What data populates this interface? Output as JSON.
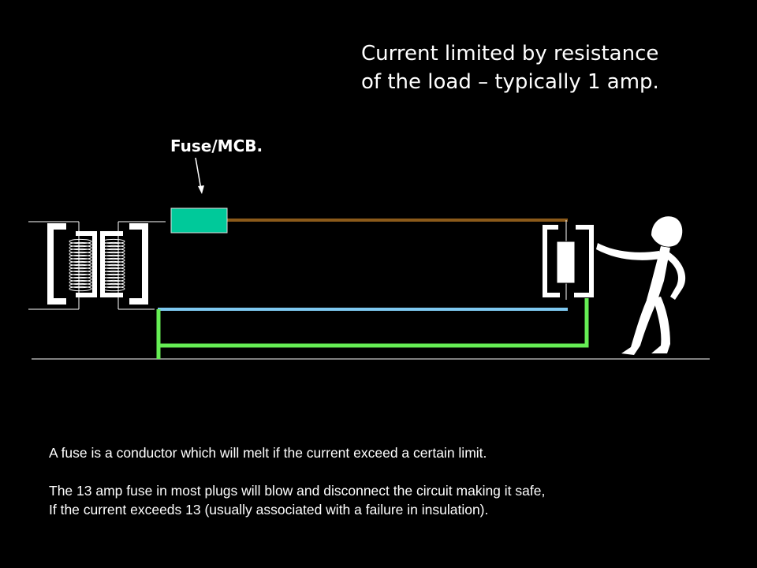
{
  "headline": {
    "line1": "Current limited by resistance",
    "line2": "of the load – typically 1 amp."
  },
  "labels": {
    "fuse": "Fuse/MCB."
  },
  "notes": {
    "line1": "A fuse is a conductor which will melt if the current exceed a certain limit.",
    "line2": "The 13 amp fuse in most plugs will blow and disconnect the circuit making it safe,",
    "line3": "If the current exceeds 13 (usually associated with a failure in insulation)."
  },
  "colors": {
    "background": "#000000",
    "live_wire": "#8b5a1a",
    "neutral_wire": "#7ec8f0",
    "earth_wire": "#66ee55",
    "fuse_body": "#00c99a",
    "foreground": "#ffffff"
  },
  "icons": {
    "transformer": "transformer-icon",
    "load": "appliance-load-icon",
    "person": "stick-figure-person-icon",
    "arrow": "pointer-arrow-icon"
  }
}
